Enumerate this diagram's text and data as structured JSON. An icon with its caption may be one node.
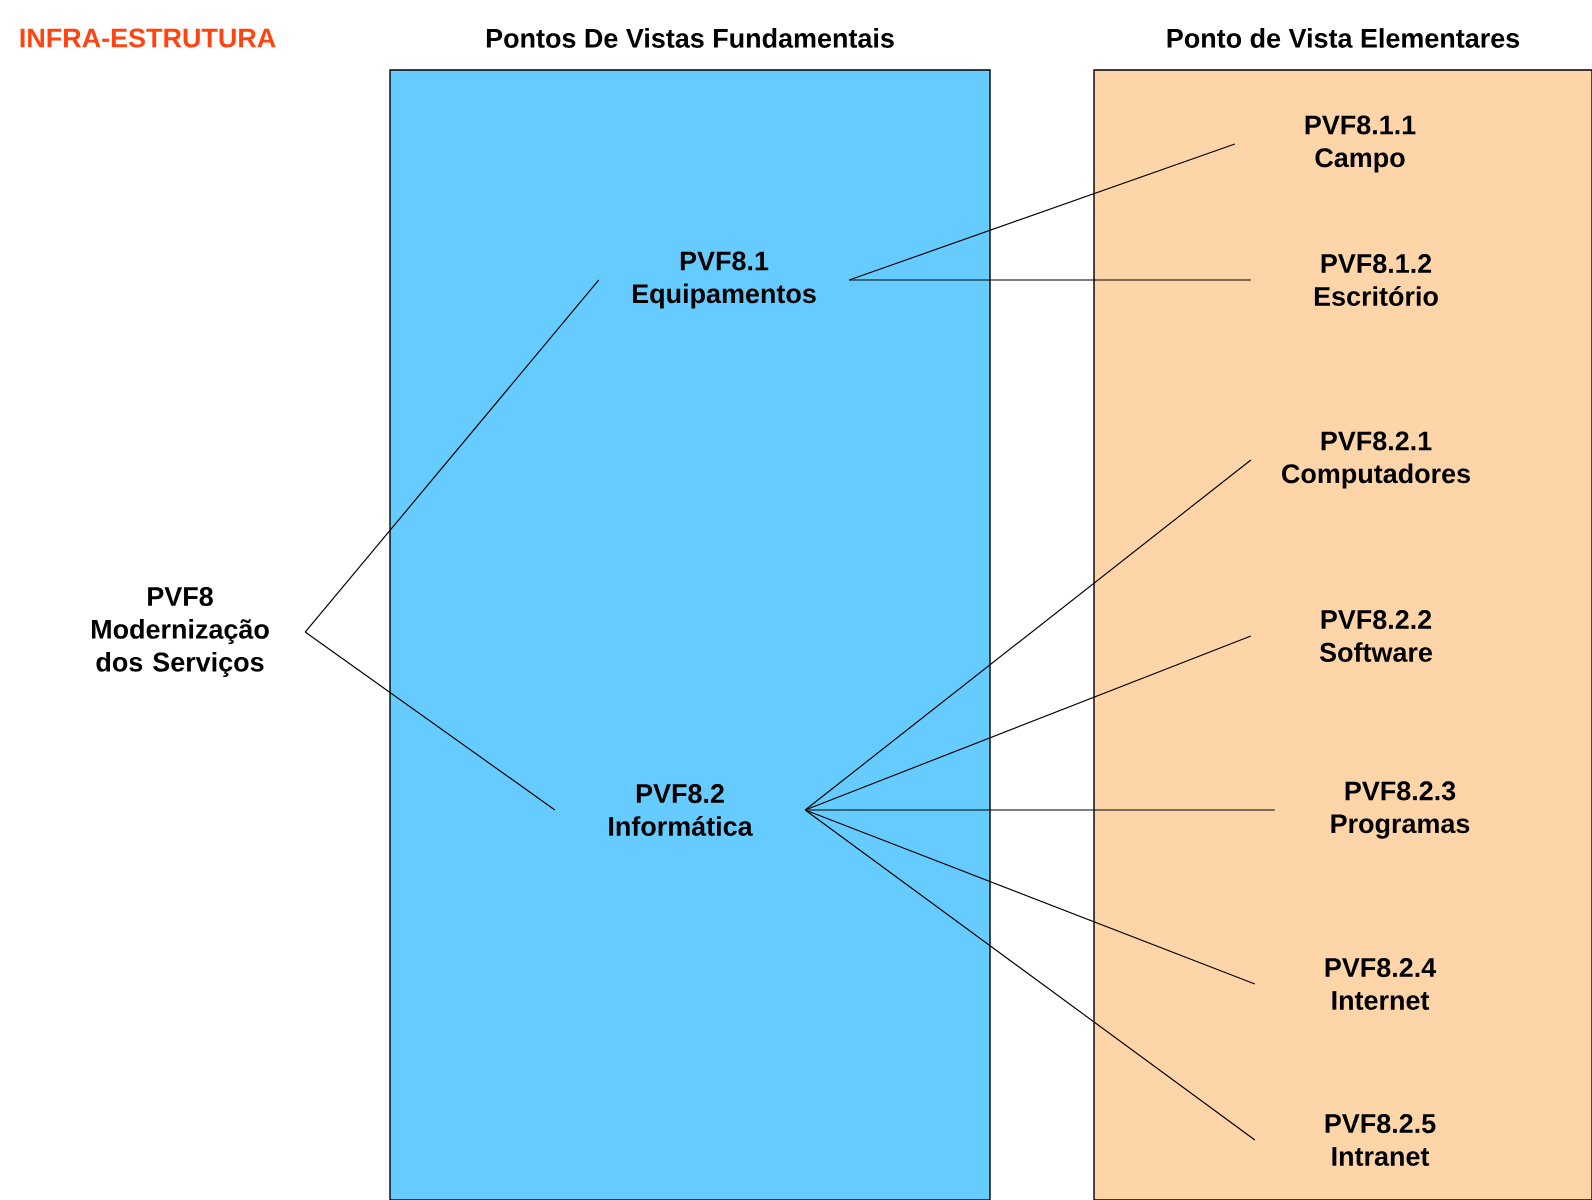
{
  "diagram": {
    "nodes": [
      {
        "text": [
          "Pontos De Vistas Fundamentais"
        ]
      },
      {
        "text": [
          "Ponto de Vista Elementares"
        ]
      },
      {
        "text": [
          "PVF8",
          "Modernização dos Serviços"
        ]
      },
      {
        "text": [
          "PVF8.1",
          "Equipamentos"
        ],
        "in": 0
      },
      {
        "text": [
          "PVF8.2",
          "Informática"
        ],
        "in": 0
      },
      {
        "text": [
          "PVF8.1.1",
          "Campo"
        ],
        "in": 1
      },
      {
        "text": [
          "PVF8.1.2",
          "Escritório"
        ],
        "in": 1
      },
      {
        "text": [
          "PVF8.2.1",
          "Computadores"
        ],
        "in": 1
      },
      {
        "text": [
          "PVF8.2.2",
          "Software"
        ],
        "in": 1
      },
      {
        "text": [
          "PVF8.2.3",
          "Programas"
        ],
        "in": 1
      },
      {
        "text": [
          "PVF8.2.4",
          "Internet"
        ],
        "in": 1
      },
      {
        "text": [
          "PVF8.2.5",
          "Intranet"
        ],
        "in": 1
      }
    ],
    "edges": [
      {
        "from": 2,
        "to": 3,
        "arrow": "none"
      },
      {
        "from": 2,
        "to": 4,
        "arrow": "none"
      },
      {
        "from": 3,
        "to": 5,
        "arrow": "none"
      },
      {
        "from": 3,
        "to": 6,
        "arrow": "none"
      },
      {
        "from": 4,
        "to": 7,
        "arrow": "none"
      },
      {
        "from": 4,
        "to": 8,
        "arrow": "none"
      },
      {
        "from": 4,
        "to": 9,
        "arrow": "none"
      },
      {
        "from": 4,
        "to": 10,
        "arrow": "none"
      },
      {
        "from": 4,
        "to": 11,
        "arrow": "none"
      }
    ],
    "labels": [
      "INFRA-ESTRUTURA"
    ]
  }
}
